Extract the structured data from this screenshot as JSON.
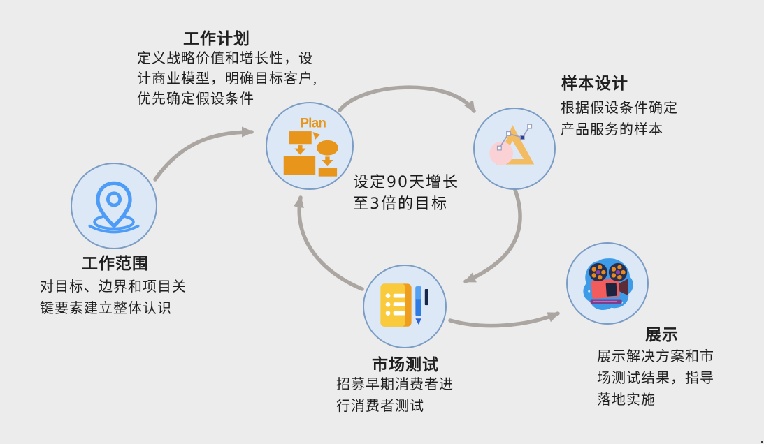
{
  "canvas": {
    "background": "#ececec",
    "type": "process-flow-diagram"
  },
  "palette": {
    "circle_fill": "#dce8f5",
    "circle_border": "#7b9cc5",
    "arrow_gray": "#aba6a1",
    "orange": "#e8951c",
    "triangle_sand": "#f3bc62",
    "pin_blue": "#4d9cf8",
    "pen_blue": "#2f7be2",
    "navy": "#17264b",
    "pink": "#fad2d6",
    "projector_red": "#f25c5c",
    "projector_blob_blue": "#3d9be8",
    "base_purple": "#7c3f8c",
    "text": "#1f1f1f"
  },
  "center_note": {
    "lines": [
      "设定90天增长",
      "至3倍的目标"
    ]
  },
  "nodes": [
    {
      "id": "work-scope",
      "title": "工作范围",
      "lines": [
        "对目标、边界和项目关",
        "键要素建立整体认识"
      ],
      "icon": "location-pin-icon"
    },
    {
      "id": "work-plan",
      "title": "工作计划",
      "lines": [
        "定义战略价值和增长性，设",
        "计商业模型，明确目标客户,",
        "优先确定假设条件"
      ],
      "icon": "plan-flowchart-icon",
      "icon_label": "Plan"
    },
    {
      "id": "sample-design",
      "title": "样本设计",
      "lines": [
        "根据假设条件确定",
        "产品服务的样本"
      ],
      "icon": "set-square-icon"
    },
    {
      "id": "market-test",
      "title": "市场测试",
      "lines": [
        "招募早期消费者进",
        "行消费者测试"
      ],
      "icon": "notebook-pen-icon"
    },
    {
      "id": "presentation",
      "title": "展示",
      "lines": [
        "展示解决方案和市",
        "场测试结果，指导",
        "落地实施"
      ],
      "icon": "film-projector-icon"
    }
  ],
  "flow": {
    "arrows": [
      {
        "from": "work-scope",
        "to": "work-plan"
      },
      {
        "from": "work-plan",
        "to": "sample-design"
      },
      {
        "from": "sample-design",
        "to": "market-test"
      },
      {
        "from": "market-test",
        "to": "work-plan"
      },
      {
        "from": "market-test",
        "to": "presentation"
      }
    ]
  }
}
